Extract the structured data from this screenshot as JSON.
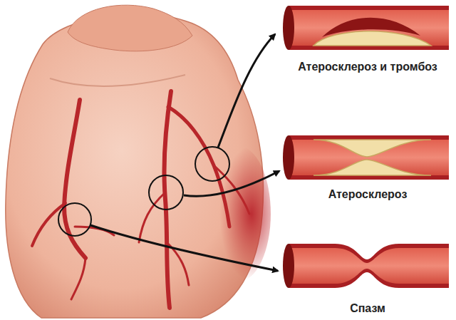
{
  "diagram": {
    "labels": [
      "Атеросклероз и тромбоз",
      "Атеросклероз",
      "Спазм"
    ]
  }
}
